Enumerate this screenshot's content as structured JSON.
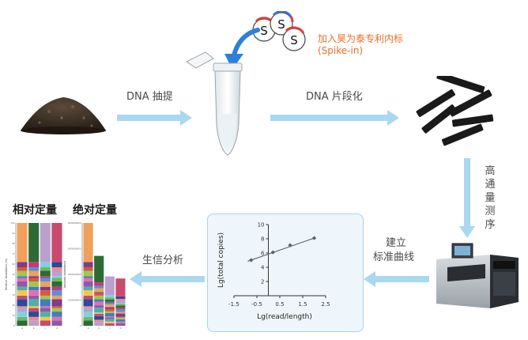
{
  "steps": {
    "dna_extract": "DNA 抽提",
    "dna_fragment": "DNA 片段化",
    "sequencing": "高通量测序",
    "build_curve_line1": "建立",
    "build_curve_line2": "标准曲线",
    "bioinfo": "生信分析"
  },
  "spike": {
    "label_line1": "加入昊为泰专利内标",
    "label_line2": "(Spike-in)",
    "ball_letter": "S"
  },
  "titles": {
    "relative": "相对定量",
    "absolute": "绝对定量"
  },
  "colors": {
    "arrow": "#a9d8f0",
    "accent_orange": "#e8702a",
    "spike_red": "#e03a3a",
    "spike_blue": "#3f6fd1",
    "fragment": "#1a1a1a"
  },
  "chart_data": {
    "type": "scatter",
    "xlabel": "Lg(read/length)",
    "ylabel": "Lg(total copies)",
    "xlim": [
      -1.5,
      2.5
    ],
    "ylim": [
      0,
      10
    ],
    "xticks": [
      "-1.5",
      "-0.5",
      "0.5",
      "1.5",
      "2.5"
    ],
    "yticks": [
      "2",
      "4",
      "6",
      "8",
      "10"
    ],
    "points": [
      {
        "x": -0.75,
        "y": 5.0
      },
      {
        "x": 0.2,
        "y": 6.1
      },
      {
        "x": 0.95,
        "y": 7.1
      },
      {
        "x": 2.0,
        "y": 8.1
      }
    ],
    "fit_line": {
      "x_start": -0.9,
      "x_end": 2.0
    }
  },
  "mini_charts": {
    "relative_ylabel": "Relative abundance (%)",
    "absolute_ylabel": "Absolute abundance",
    "relative_ticks": [
      "100",
      "90",
      "80",
      "70",
      "60",
      "50",
      "40",
      "30",
      "20",
      "10",
      "0"
    ],
    "absolute_ticks": [
      "8000000000",
      "6000000000",
      "4000000000",
      "2000000000",
      "0"
    ],
    "relative_xlabels": [
      "a",
      "b",
      "c",
      "d"
    ],
    "absolute_xlabels": [
      "a",
      "b",
      "c",
      "d"
    ]
  }
}
